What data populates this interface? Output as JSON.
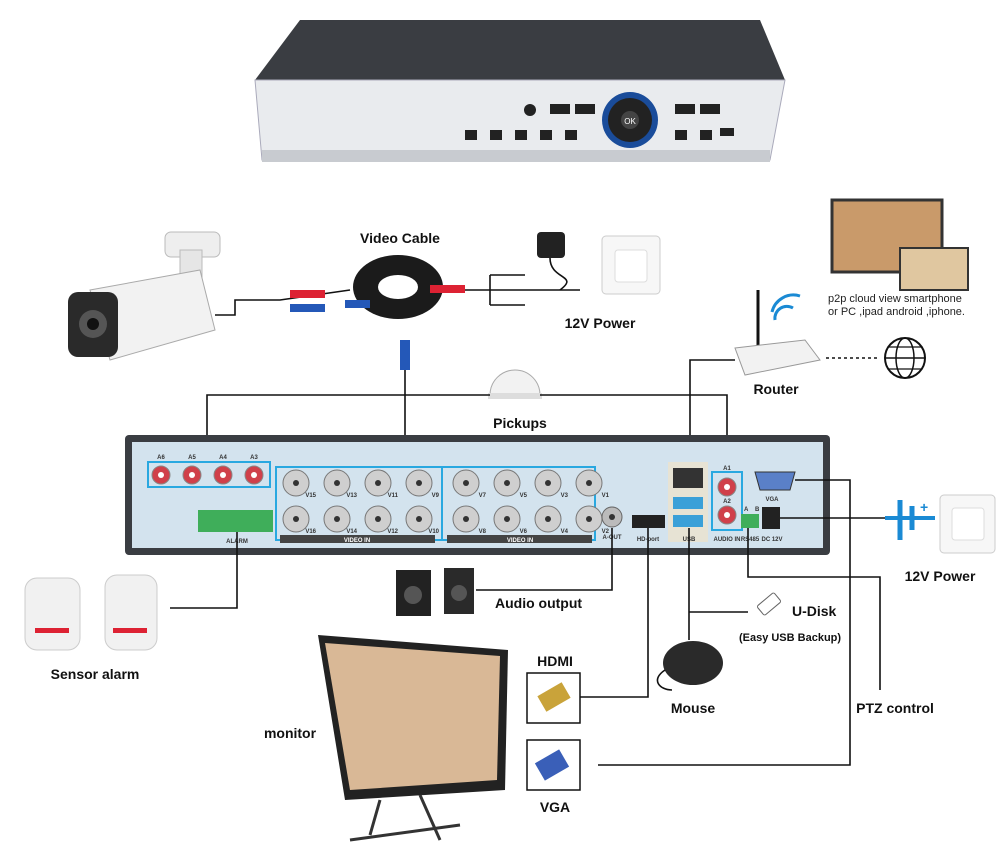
{
  "labels": {
    "video_cable": "Video Cable",
    "power_top": "12V Power",
    "router": "Router",
    "p2p_line1": "p2p cloud view smartphone",
    "p2p_line2": "or PC ,ipad android ,iphone.",
    "pickups": "Pickups",
    "audio_output": "Audio output",
    "u_disk": "U-Disk",
    "usb_backup": "(Easy USB Backup)",
    "sensor_alarm": "Sensor alarm",
    "hdmi": "HDMI",
    "mouse": "Mouse",
    "ptz_control": "PTZ control",
    "monitor": "monitor",
    "vga": "VGA",
    "power_right": "12V Power"
  },
  "panel": {
    "audio_inputs": [
      "A6",
      "A5",
      "A4",
      "A3"
    ],
    "video_top_row": [
      "V15",
      "V13",
      "V11",
      "V9",
      "V7",
      "V5",
      "V3",
      "V1"
    ],
    "video_bottom_row": [
      "V16",
      "V14",
      "V12",
      "V10",
      "V8",
      "V6",
      "V4",
      "V2"
    ],
    "video_in": "VIDEO IN",
    "alarm_port": "ALARM",
    "a_out": "A-OUT",
    "hd_port": "HD-port",
    "usb": "USB",
    "audio_in": "AUDIO IN",
    "a1": "A1",
    "a2": "A2",
    "vga": "VGA",
    "rs485": "RS485",
    "dc12v": "DC 12V",
    "rs485_a": "A",
    "rs485_b": "B"
  },
  "dvr_front": {
    "ok": "OK"
  },
  "colors": {
    "highlight": "#29a8e0",
    "panel": "#d3e3ee",
    "rca_red": "#d0404a",
    "accent_blue": "#1a4c9a"
  }
}
